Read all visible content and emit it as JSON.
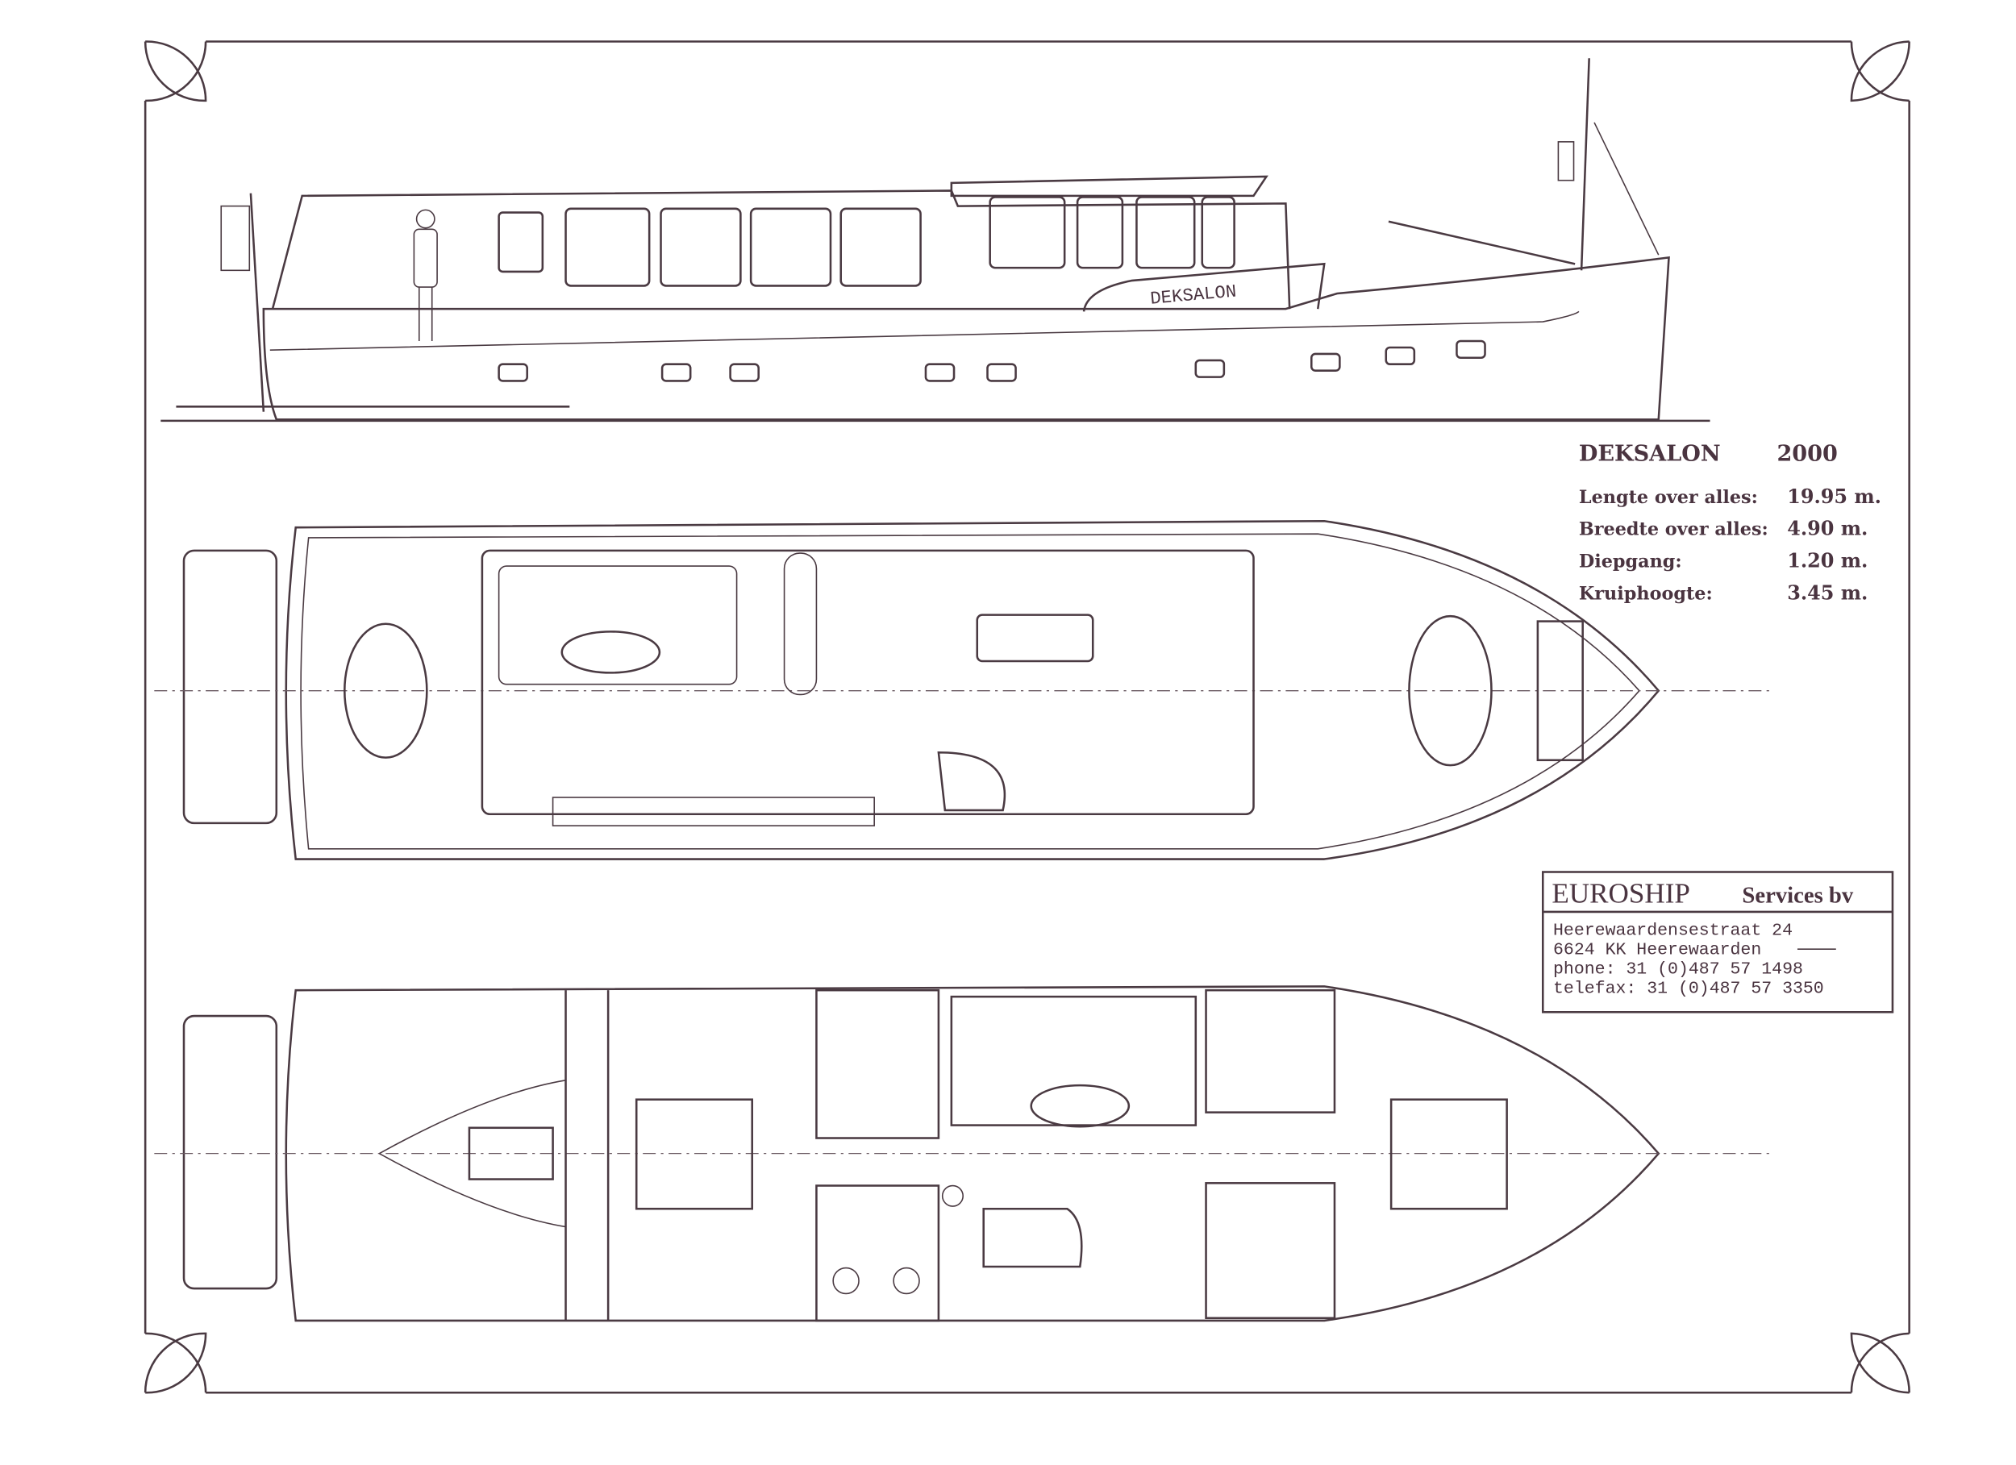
{
  "drawing": {
    "hull_name": "DEKSALON"
  },
  "specs": {
    "model": "DEKSALON",
    "year": "2000",
    "rows": [
      {
        "label": "Lengte over alles:",
        "value": "19.95 m."
      },
      {
        "label": "Breedte over alles:",
        "value": "4.90 m."
      },
      {
        "label": "Diepgang:",
        "value": "1.20 m."
      },
      {
        "label": "Kruiphoogte:",
        "value": "3.45 m."
      }
    ]
  },
  "company": {
    "name": "EUROSHIP",
    "suffix": "Services bv",
    "street": "Heerewaardensestraat 24",
    "city": "6624 KK Heerewaarden",
    "phone": "phone:  31 (0)487 57 1498",
    "fax": "telefax: 31 (0)487 57 3350"
  },
  "colors": {
    "ink": "#4a3a42",
    "paper": "#ffffff"
  }
}
